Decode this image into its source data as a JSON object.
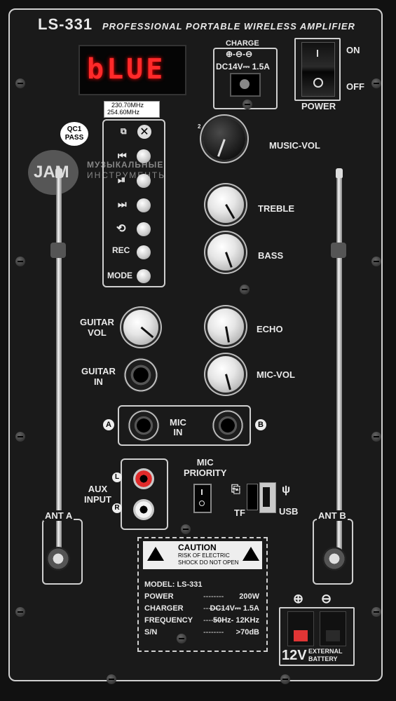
{
  "model_header": {
    "model": "LS-331",
    "subtitle": "PROFESSIONAL PORTABLE WIRELESS AMPLIFIER"
  },
  "display": {
    "text": "bLUE",
    "color": "#ff2a2a"
  },
  "charge": {
    "label": "CHARGE",
    "spec": "DC14V⎓ 1.5A"
  },
  "power": {
    "on": "ON",
    "off": "OFF",
    "label": "POWER"
  },
  "frequencies": {
    "f1": "230.70MHz",
    "f2": "254.60MHz"
  },
  "qc": {
    "line1": "QC1",
    "line2": "PASS"
  },
  "watermark": {
    "brand": "JAM",
    "line1": "МУЗЫКАЛЬНЫЕ",
    "line2": "ИНСТРУМЕНТЫ"
  },
  "controls": {
    "music_vol": "MUSIC-VOL",
    "treble": "TREBLE",
    "bass": "BASS",
    "echo": "ECHO",
    "mic_vol": "MIC-VOL",
    "guitar_vol": "GUITAR\nVOL",
    "guitar_in": "GUITAR\nIN"
  },
  "buttons": {
    "rec": "REC",
    "mode": "MODE"
  },
  "mic_in": {
    "label": "MIC\nIN",
    "a": "A",
    "b": "B"
  },
  "aux": {
    "label": "AUX\nINPUT",
    "l": "L",
    "r": "R"
  },
  "mic_priority": "MIC\nPRIORITY",
  "ports": {
    "tf": "TF",
    "usb": "USB"
  },
  "antenna": {
    "a": "ANT A",
    "b": "ANT B"
  },
  "caution": {
    "title": "CAUTION",
    "line1": "RISK OF ELECTRIC",
    "line2": "SHOCK DO NOT OPEN"
  },
  "specs": [
    {
      "label": "MODEL: LS-331",
      "value": ""
    },
    {
      "label": "POWER",
      "value": "200W"
    },
    {
      "label": "CHARGER",
      "value": "DC14V⎓ 1.5A"
    },
    {
      "label": "FREQUENCY",
      "value": "50Hz- 12KHz"
    },
    {
      "label": "S/N",
      "value": ">70dB"
    }
  ],
  "battery": {
    "plus": "⊕",
    "minus": "⊖",
    "volts": "12V",
    "line1": "EXTERNAL",
    "line2": "BATTERY"
  }
}
